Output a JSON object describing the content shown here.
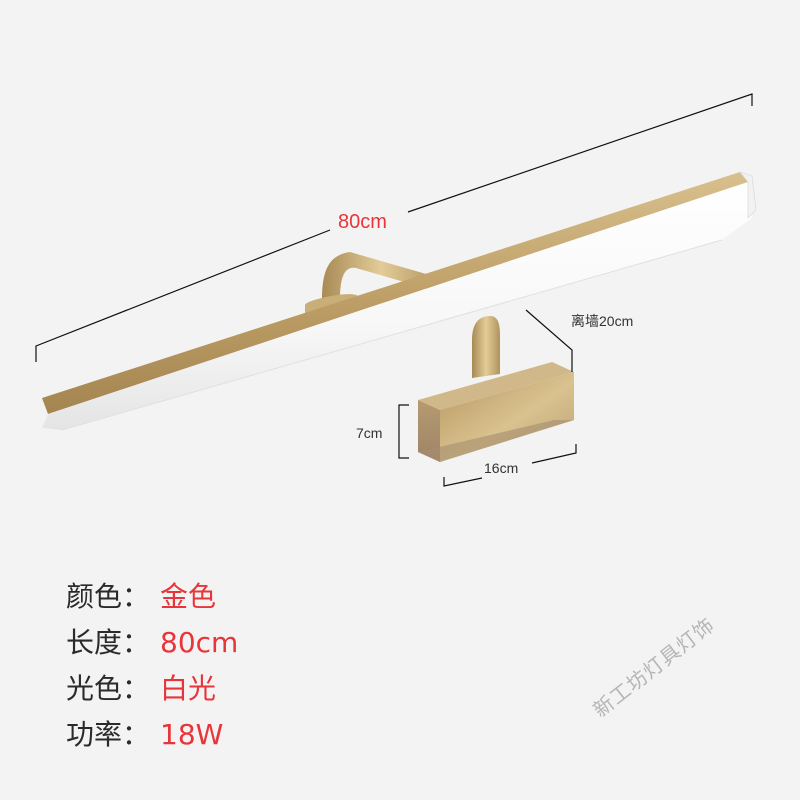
{
  "dimensions": {
    "length_label": "80cm",
    "wall_distance_label": "离墙20cm",
    "base_height_label": "7cm",
    "base_width_label": "16cm"
  },
  "specs": [
    {
      "label": "颜色：",
      "value": "金色"
    },
    {
      "label": "长度：",
      "value": "80cm"
    },
    {
      "label": "光色：",
      "value": "白光"
    },
    {
      "label": "功率：",
      "value": "18W"
    }
  ],
  "watermark": "新工坊灯具灯饰",
  "colors": {
    "background": "#f3f3f3",
    "accent_red": "#e8353a",
    "gold": "#c4a670",
    "label_dark": "#2a2a2a"
  }
}
